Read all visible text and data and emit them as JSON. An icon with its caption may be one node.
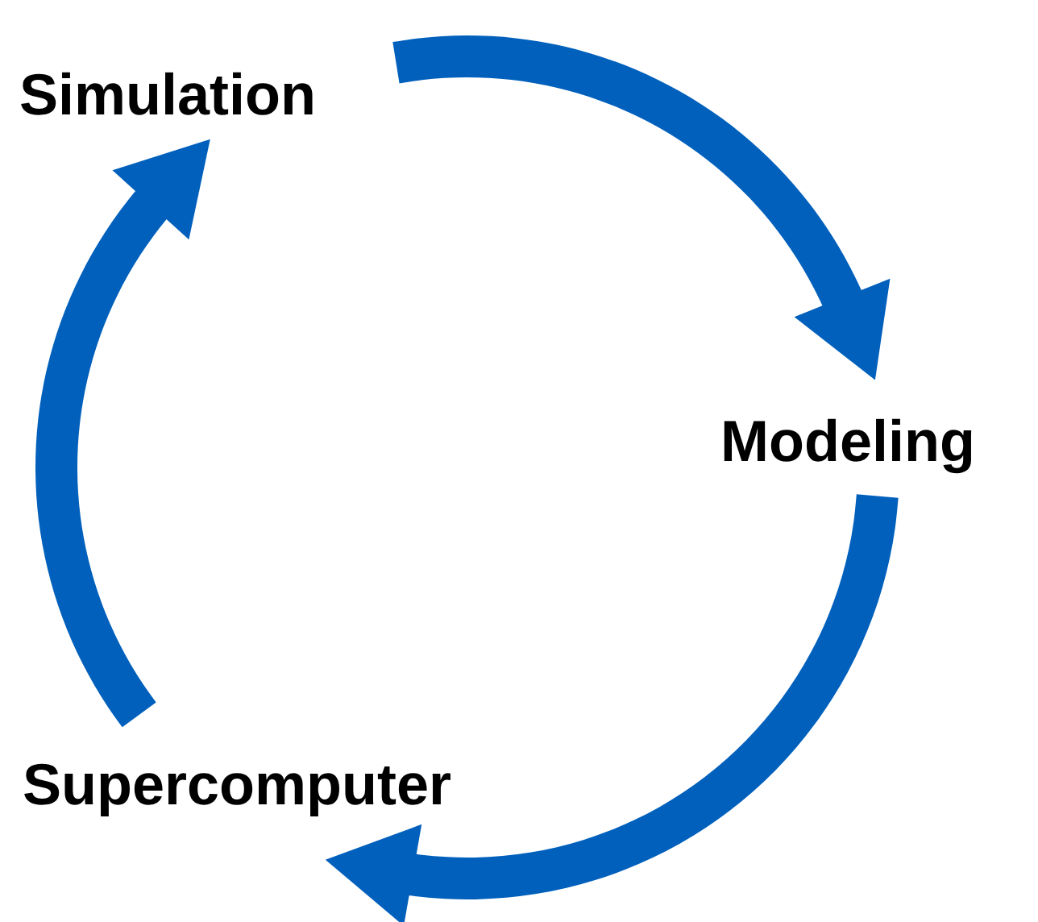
{
  "diagram": {
    "nodes": [
      {
        "text": [
          "Simulation"
        ]
      },
      {
        "text": [
          "Modeling"
        ]
      },
      {
        "text": [
          "Supercomputer"
        ]
      }
    ],
    "edges": [
      {
        "from": 0,
        "to": 1,
        "arrow": "to"
      },
      {
        "from": 1,
        "to": 2,
        "arrow": "to"
      },
      {
        "from": 2,
        "to": 0,
        "arrow": "to"
      }
    ]
  }
}
